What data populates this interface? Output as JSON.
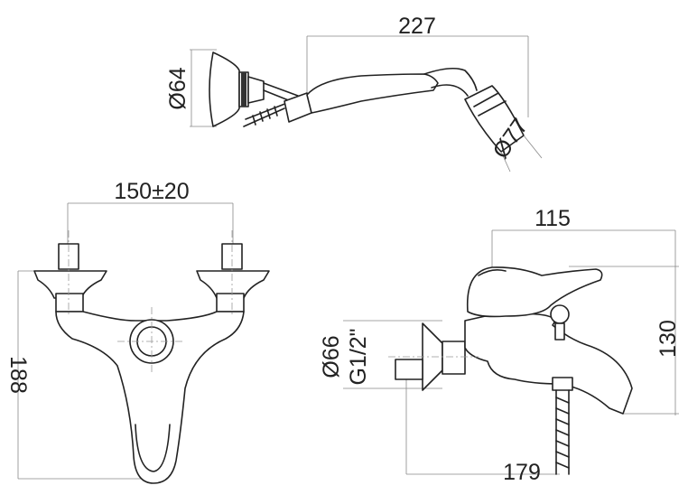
{
  "title": "Bath/shower mixer technical drawing",
  "dimensions": {
    "hand_shower_length": "227",
    "wall_bracket_diameter": "Ø64",
    "shower_head_diameter": "Ø77",
    "inlet_center_distance": "150±20",
    "front_height": "188",
    "side_depth": "115",
    "side_height": "130",
    "flange_diameter": "Ø66",
    "thread_size": "G1/2\"",
    "spout_projection": "179"
  }
}
